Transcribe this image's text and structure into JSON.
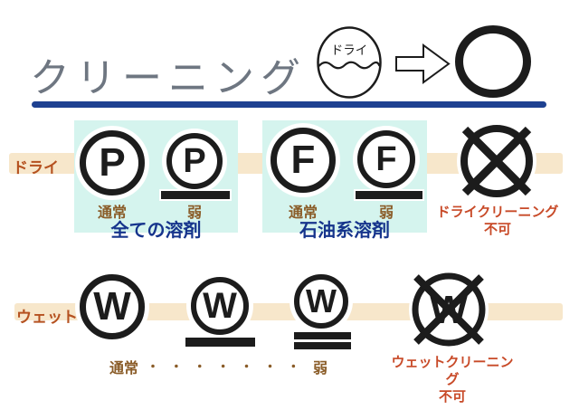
{
  "header": {
    "title": "クリーニング",
    "badge_label": "ドライ"
  },
  "dry": {
    "label": "ドライ",
    "all_solvents": {
      "title": "全ての溶剤",
      "normal": {
        "letter": "P",
        "caption": "通常"
      },
      "weak": {
        "letter": "P",
        "caption": "弱"
      }
    },
    "petroleum": {
      "title": "石油系溶剤",
      "normal": {
        "letter": "F",
        "caption": "通常"
      },
      "weak": {
        "letter": "F",
        "caption": "弱"
      }
    },
    "prohibited": {
      "line1": "ドライクリーニング",
      "line2": "不可"
    }
  },
  "wet": {
    "label": "ウェット",
    "normal": {
      "letter": "W",
      "caption": "通常"
    },
    "weak_single": {
      "letter": "W"
    },
    "weak_double": {
      "letter": "W",
      "caption": "弱"
    },
    "dots": "・ ・ ・ ・ ・ ・ ・",
    "prohibited": {
      "letter": "W",
      "line1": "ウェットクリーニング",
      "line2": "不可"
    }
  },
  "colors": {
    "title_gray": "#6e7681",
    "rule_navy": "#1e4191",
    "band_beige": "#f7e7cb",
    "box_mint": "#d5f4ee",
    "row_label_orange": "#b5511f",
    "caption_brown": "#8a5c28",
    "solvent_navy": "#16348c",
    "prohibited_red": "#c84a28",
    "symbol_black": "#1c1c1c"
  }
}
